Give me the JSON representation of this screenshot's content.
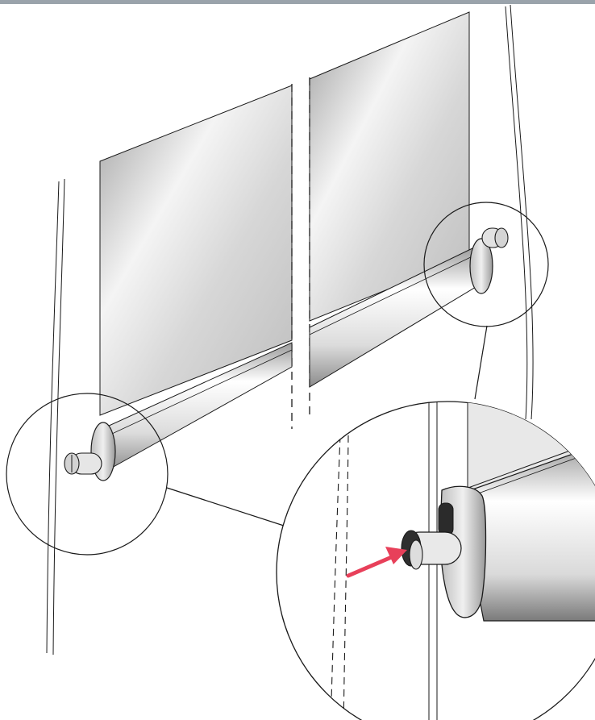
{
  "figure": {
    "subject": "poster-hanger-bottom-rail-installation",
    "top_bar_color": "#9aa3ab",
    "line_color": "#1a1a1a",
    "panel_color": "#e2e2e2",
    "rail_color": "#c9c9c9",
    "arrow_color": "#e8405a",
    "callouts": [
      "left-end-cap-callout",
      "right-end-cap-callout",
      "end-cap-detail-callout"
    ]
  }
}
